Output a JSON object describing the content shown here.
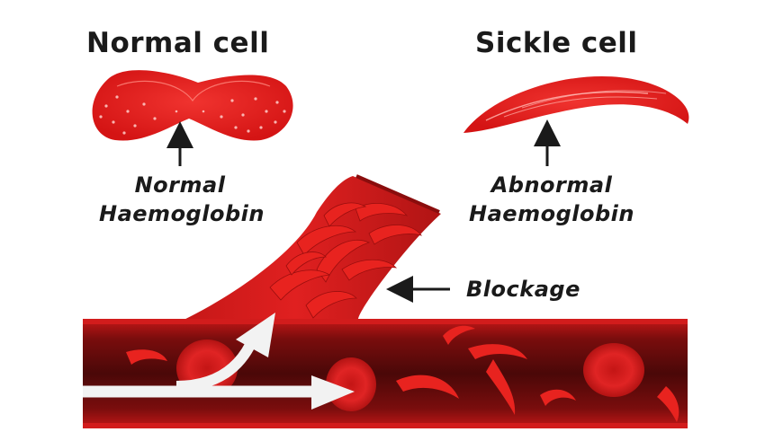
{
  "normal": {
    "title": "Normal  cell",
    "label_line1": "Normal",
    "label_line2": "Haemoglobin"
  },
  "sickle": {
    "title": "Sickle cell",
    "label_line1": "Abnormal",
    "label_line2": "Haemoglobin"
  },
  "blockage": {
    "label": "Blockage"
  },
  "colors": {
    "cell_red": "#e21b1b",
    "vessel_dark": "#5a0b0b",
    "vessel_red": "#c8191a",
    "arrow_white": "#f2f2f2",
    "text": "#1a1a1a"
  }
}
